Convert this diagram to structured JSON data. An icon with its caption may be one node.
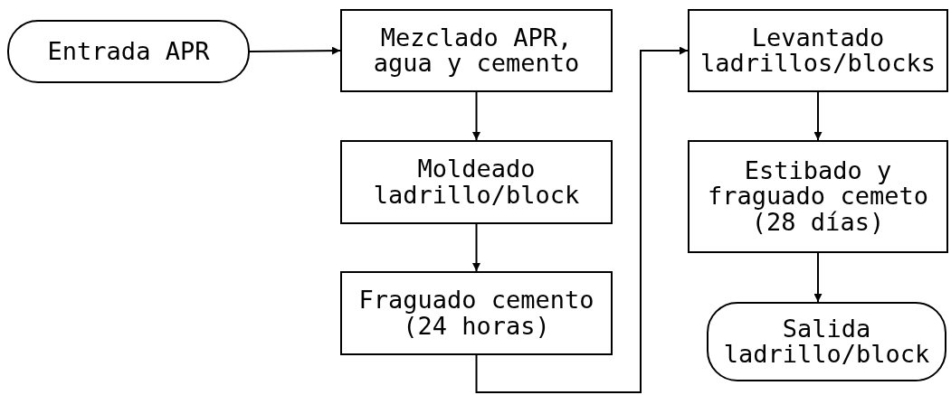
{
  "diagram": {
    "nodes": [
      {
        "text": [
          "Entrada APR"
        ]
      },
      {
        "text": [
          "Mezclado APR, agua y cemento"
        ]
      },
      {
        "text": [
          "Moldeado ladrillo/block"
        ]
      },
      {
        "text": [
          "Fraguado cemento (24 horas)"
        ]
      },
      {
        "text": [
          "Levantado ladrillos/blocks"
        ]
      },
      {
        "text": [
          "Estibado y fraguado cemeto (28 días)"
        ]
      },
      {
        "text": [
          "Salida ladrillo/block"
        ]
      }
    ],
    "edges": [
      {
        "from": 0,
        "to": 1,
        "arrow": "to"
      },
      {
        "from": 1,
        "to": 2,
        "arrow": "to"
      },
      {
        "from": 2,
        "to": 3,
        "arrow": "to"
      },
      {
        "from": 3,
        "to": 4,
        "arrow": "to"
      },
      {
        "from": 4,
        "to": 5,
        "arrow": "to"
      },
      {
        "from": 5,
        "to": 6,
        "arrow": "to"
      }
    ]
  }
}
